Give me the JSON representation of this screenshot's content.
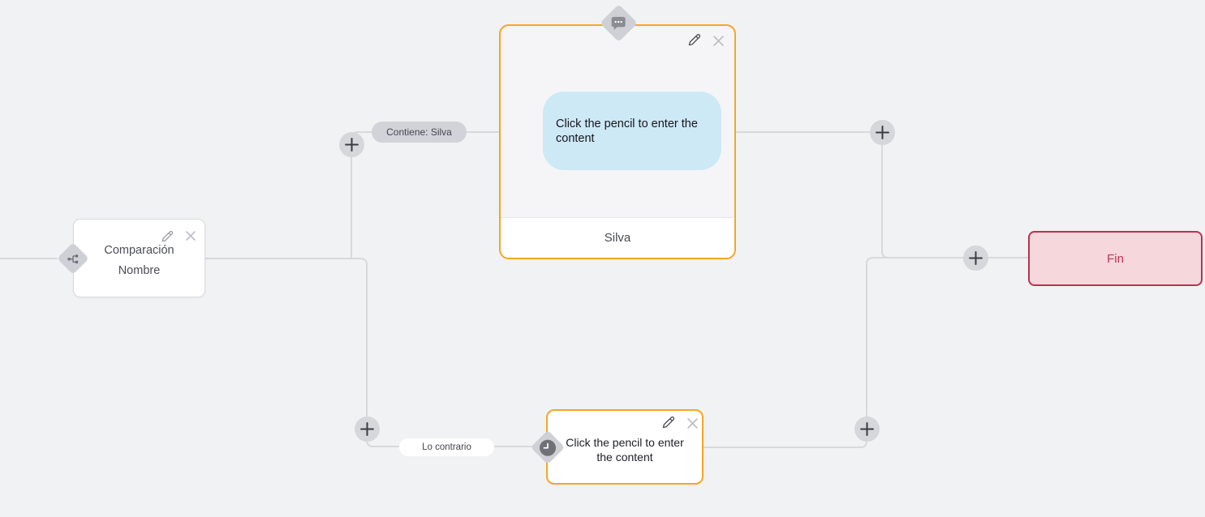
{
  "edge_labels": {
    "contains": "Contiene: Silva",
    "otherwise": "Lo contrario"
  },
  "nodes": {
    "condition": {
      "title": "Comparación",
      "subtitle": "Nombre",
      "icon": "branch-icon"
    },
    "message": {
      "placeholder": "Click the pencil to enter the content",
      "footer": "Silva",
      "icon": "chat-bubble-icon"
    },
    "delay": {
      "placeholder": "Click the pencil to enter the content",
      "icon": "clock-icon"
    },
    "end": {
      "label": "Fin"
    }
  },
  "controls": {
    "edit_icon": "pencil-icon",
    "delete_icon": "close-icon",
    "add_icon": "plus-icon"
  },
  "colors": {
    "accent_orange": "#f6a623",
    "end_border": "#bb334f",
    "end_bg": "#f5d7dc",
    "end_text": "#c23351",
    "bubble_bg": "#cee9f6",
    "edge": "#d8d9dd",
    "canvas_bg": "#f1f2f4"
  }
}
